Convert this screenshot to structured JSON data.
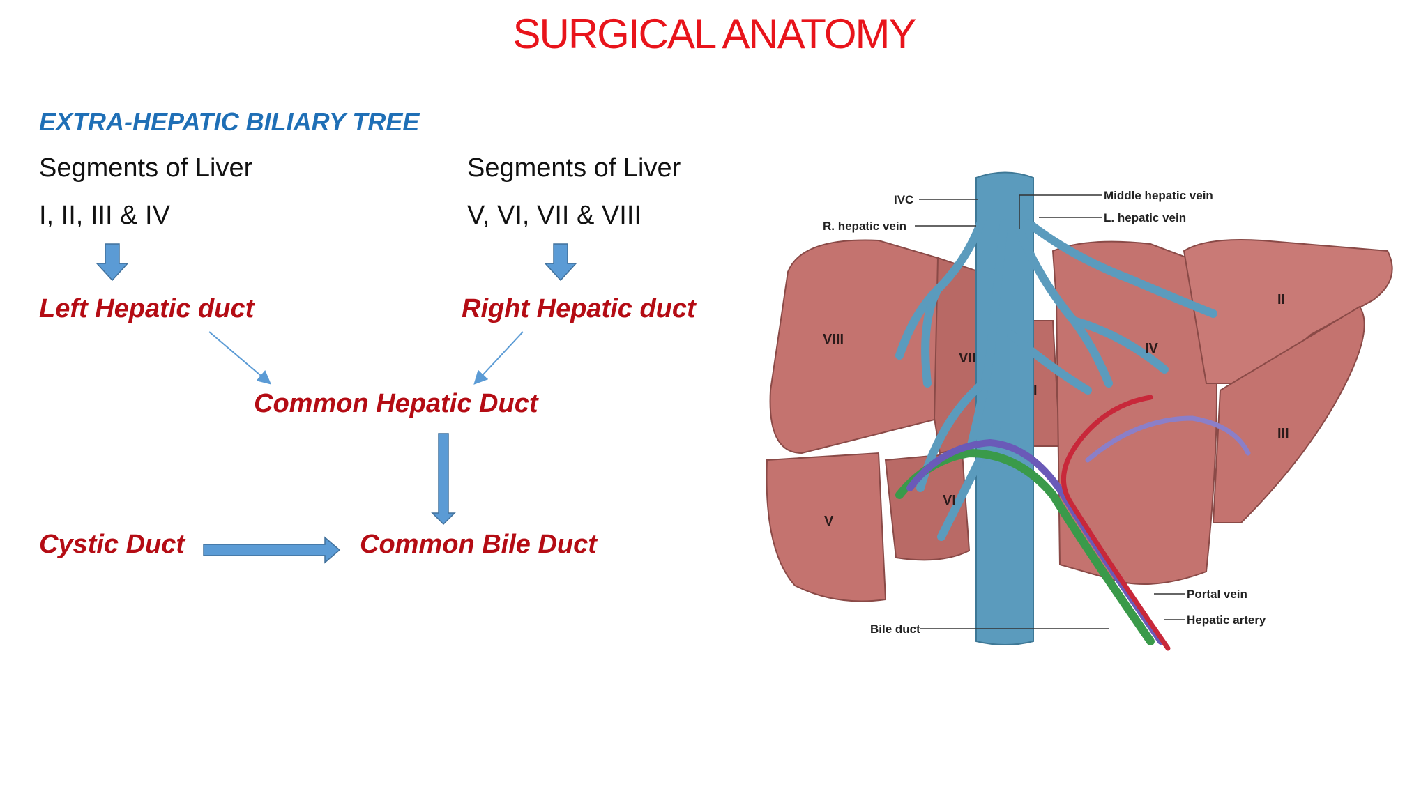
{
  "slide": {
    "title": "SURGICAL ANATOMY",
    "subtitle": "EXTRA-HEPATIC BILIARY TREE"
  },
  "flowchart": {
    "left_segments_label": "Segments of Liver",
    "left_segments_values": "I, II, III & IV",
    "right_segments_label": "Segments of Liver",
    "right_segments_values": "V, VI, VII & VIII",
    "left_duct": "Left Hepatic duct",
    "right_duct": "Right Hepatic duct",
    "common_hepatic": "Common Hepatic Duct",
    "cystic": "Cystic Duct",
    "common_bile": "Common Bile Duct"
  },
  "figure": {
    "labels": {
      "ivc": "IVC",
      "r_hepatic_vein": "R. hepatic vein",
      "middle_hepatic_vein": "Middle hepatic vein",
      "l_hepatic_vein": "L. hepatic vein",
      "portal_vein": "Portal vein",
      "hepatic_artery": "Hepatic artery",
      "bile_duct": "Bile duct"
    },
    "segments": [
      "VIII",
      "VII",
      "I",
      "IV",
      "II",
      "III",
      "V",
      "VI"
    ]
  },
  "colors": {
    "title": "#e8141b",
    "subtitle": "#1f6fb6",
    "duct_text": "#b40c14",
    "arrow_fill": "#5b9bd5",
    "liver": "#c4736f",
    "vessel_blue": "#5b9bbd",
    "artery_red": "#c8283a",
    "bile_green": "#3a9a4a",
    "portal_purple": "#6a5ab8"
  }
}
